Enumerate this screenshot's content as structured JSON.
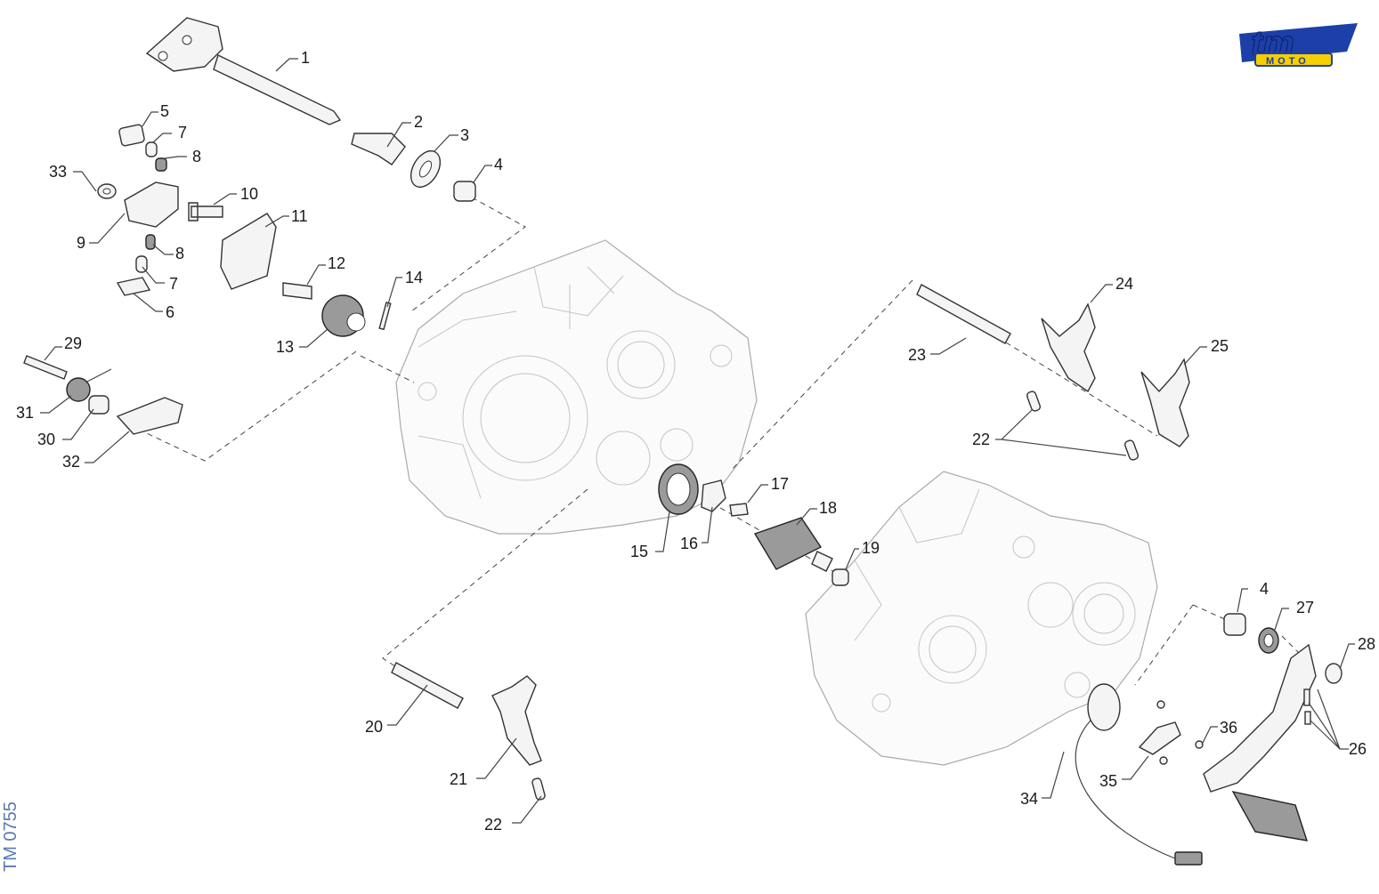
{
  "brand": {
    "logo_text": "tm",
    "logo_subtext": "MOTO"
  },
  "sheet_code": "TM 0755",
  "callouts": [
    "1",
    "2",
    "3",
    "4",
    "5",
    "6",
    "7",
    "7",
    "8",
    "8",
    "9",
    "10",
    "11",
    "12",
    "13",
    "14",
    "15",
    "16",
    "17",
    "18",
    "19",
    "20",
    "21",
    "22",
    "22",
    "22",
    "23",
    "24",
    "25",
    "26",
    "27",
    "28",
    "29",
    "30",
    "31",
    "32",
    "33",
    "34",
    "35",
    "36",
    "4"
  ],
  "colors": {
    "logo_blue": "#1d3fa8",
    "logo_yellow": "#f5d000",
    "sheet_code": "#5a78b6"
  }
}
